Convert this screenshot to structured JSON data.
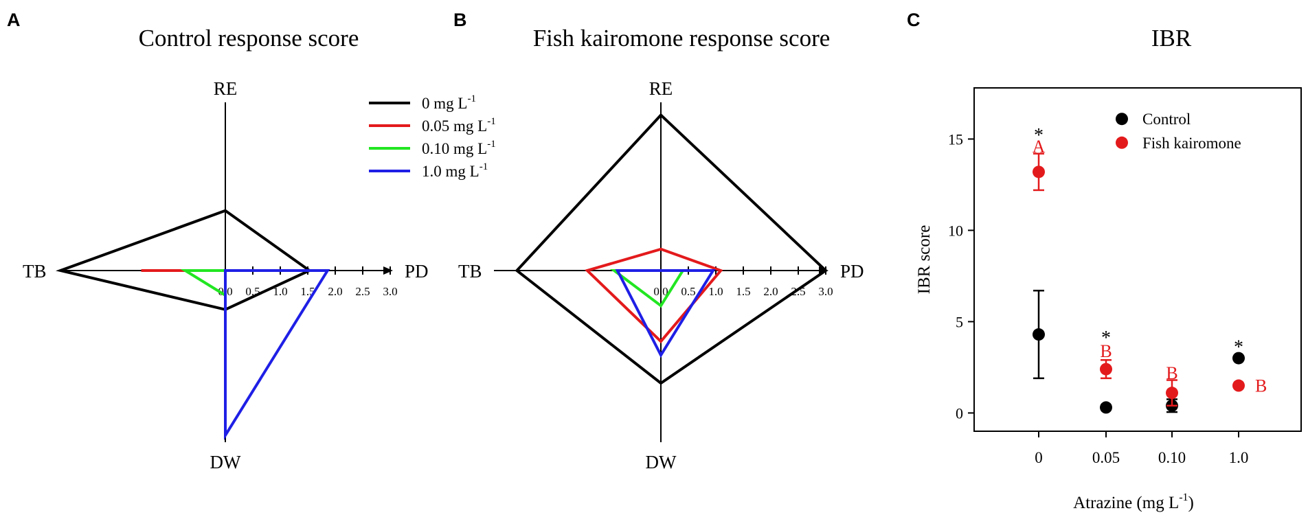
{
  "colors": {
    "black": "#000000",
    "red": "#e31a1c",
    "green": "#22e622",
    "blue": "#1f1fe6"
  },
  "chart_data": [
    {
      "panel": "A",
      "type": "radar",
      "title": "Control response score",
      "axes": [
        "RE",
        "PD",
        "DW",
        "TB"
      ],
      "tick_labels": [
        "0.0",
        "0.5",
        "1.0",
        "1.5",
        "2.0",
        "2.5",
        "3.0"
      ],
      "rlim": [
        0,
        3.0
      ],
      "series": [
        {
          "name": "0 mg L",
          "sup": "-1",
          "color": "#000000",
          "values": {
            "RE": 1.09,
            "PD": 1.53,
            "DW": 0.71,
            "TB": 3.0
          }
        },
        {
          "name": "0.05 mg L",
          "sup": "-1",
          "color": "#e31a1c",
          "values": {
            "RE": 0,
            "PD": 0,
            "DW": 0,
            "TB": 1.53
          }
        },
        {
          "name": "0.10 mg L",
          "sup": "-1",
          "color": "#22e622",
          "values": {
            "RE": 0,
            "PD": 0,
            "DW": 0.45,
            "TB": 0.73
          }
        },
        {
          "name": "1.0 mg L",
          "sup": "-1",
          "color": "#1f1fe6",
          "values": {
            "RE": 0,
            "PD": 1.86,
            "DW": 3.0,
            "TB": 0
          }
        }
      ]
    },
    {
      "panel": "B",
      "type": "radar",
      "title": "Fish kairomone response score",
      "axes": [
        "RE",
        "PD",
        "DW",
        "TB"
      ],
      "tick_labels": [
        "0.0",
        "0.5",
        "1.0",
        "1.5",
        "2.0",
        "2.5",
        "3.0"
      ],
      "rlim": [
        0,
        3.0
      ],
      "series": [
        {
          "name": "0 mg L",
          "color": "#000000",
          "values": {
            "RE": 2.83,
            "PD": 3.0,
            "DW": 2.05,
            "TB": 2.62
          }
        },
        {
          "name": "0.05 mg L",
          "color": "#e31a1c",
          "values": {
            "RE": 0.39,
            "PD": 1.09,
            "DW": 1.29,
            "TB": 1.34
          }
        },
        {
          "name": "0.10 mg L",
          "color": "#22e622",
          "values": {
            "RE": 0,
            "PD": 0.4,
            "DW": 0.64,
            "TB": 0.85
          }
        },
        {
          "name": "1.0 mg L",
          "color": "#1f1fe6",
          "values": {
            "RE": 0,
            "PD": 0.95,
            "DW": 1.54,
            "TB": 0.79
          }
        }
      ]
    },
    {
      "panel": "C",
      "type": "scatter",
      "title": "IBR",
      "xlabel": "Atrazine (mg L",
      "xlabel_sup": "-1",
      "xlabel_end": ")",
      "ylabel": "IBR score",
      "categories": [
        "0",
        "0.05",
        "0.10",
        "1.0"
      ],
      "ylim": [
        -1,
        17.8
      ],
      "yticks": [
        0,
        5,
        10,
        15
      ],
      "series": [
        {
          "name": "Control",
          "color": "#000000",
          "values": [
            4.3,
            0.3,
            0.4,
            3.0
          ],
          "errors": [
            2.4,
            0,
            0.35,
            0
          ],
          "stars": [
            "*",
            "*",
            "",
            "*"
          ]
        },
        {
          "name": "Fish kairomone",
          "color": "#e31a1c",
          "values": [
            13.2,
            2.4,
            1.1,
            1.5
          ],
          "errors": [
            1.0,
            0.5,
            0.7,
            0
          ],
          "letters": [
            "A",
            "B",
            "B",
            "B"
          ]
        }
      ]
    }
  ]
}
